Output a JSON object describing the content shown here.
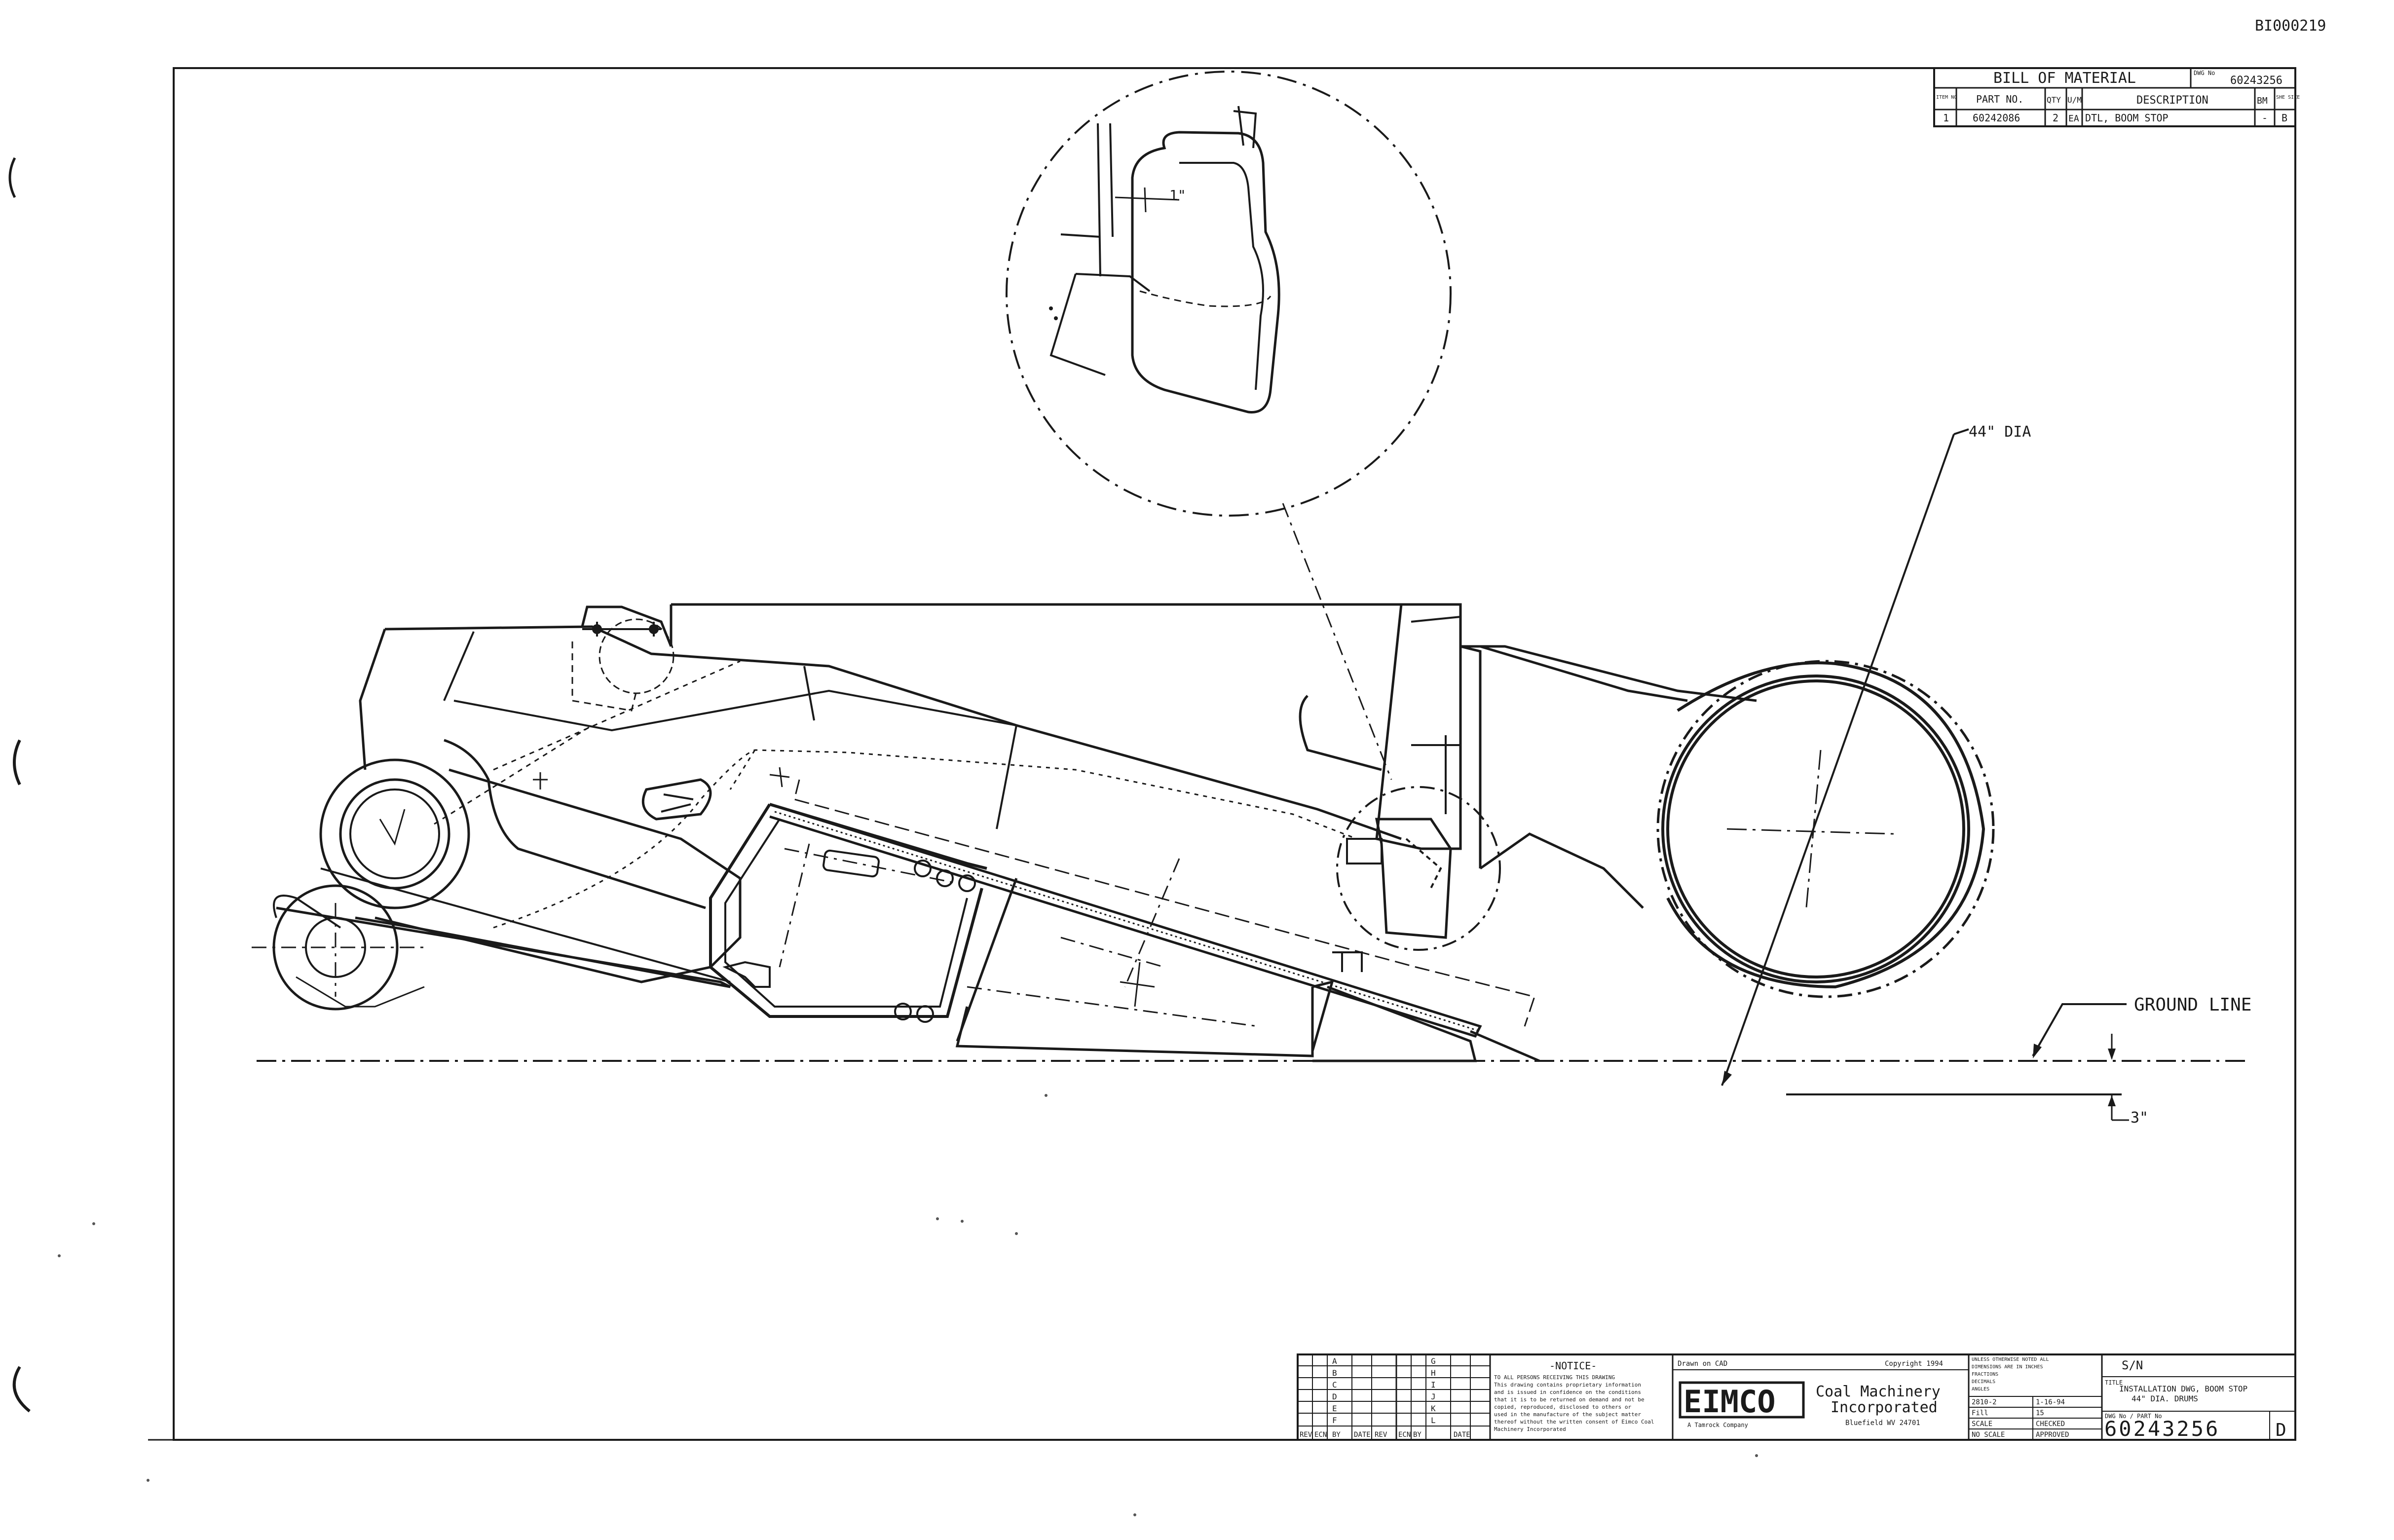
{
  "doc_id": "BI000219",
  "bom": {
    "title": "BILL OF MATERIAL",
    "dwg_label": "DWG No",
    "dwg_no": "60243256",
    "headers": {
      "item": "ITEM NO",
      "part": "PART NO.",
      "qty": "QTY",
      "um": "U/M",
      "desc": "DESCRIPTION",
      "bm": "BM",
      "size": "SHE SIZE"
    },
    "rows": [
      {
        "item": "1",
        "part": "60242086",
        "qty": "2",
        "um": "EA",
        "desc": "DTL, BOOM STOP",
        "bm": "-",
        "size": "B"
      }
    ]
  },
  "dims": {
    "dia": "44\" DIA",
    "ground": "GROUND LINE",
    "clearance": "3\"",
    "detail_dim": "1\""
  },
  "title_block": {
    "rev_headers": [
      "REV",
      "ECN",
      "BY",
      "DATE",
      "REV",
      "ECN",
      "BY",
      "DATE"
    ],
    "rev_letters_left": [
      "A",
      "B",
      "C",
      "D",
      "E",
      "F"
    ],
    "rev_letters_right": [
      "G",
      "H",
      "I",
      "J",
      "K",
      "L"
    ],
    "notice_title": "-NOTICE-",
    "notice_lines": [
      "TO ALL PERSONS RECEIVING THIS DRAWING",
      "This drawing contains proprietary information",
      "and is issued in confidence on the conditions",
      "that it is to be returned on demand and not be",
      "copied, reproduced, disclosed to others or",
      "used in the manufacture of the subject matter",
      "thereof without the written consent of Eimco Coal",
      "Machinery Incorporated"
    ],
    "drawn_on": "Drawn on CAD",
    "copyright": "Copyright 1994",
    "company_logo": "EIMCO",
    "company_line1": "Coal Machinery",
    "company_line2": "Incorporated",
    "company_city": "Bluefield WV 24701",
    "company_small": "A Tamrock Company",
    "title_label": "TITLE",
    "title_line1": "INSTALLATION DWG, BOOM STOP",
    "title_line2": "44\" DIA. DRUMS",
    "sn": "S/N",
    "dwg_no_label": "DWG No / PART No",
    "dwg_no": "60243256",
    "rev": "D",
    "tol_lines": [
      "UNLESS OTHERWISE NOTED ALL",
      "DIMENSIONS ARE IN INCHES",
      "FRACTIONS",
      "DECIMALS",
      "ANGLES"
    ],
    "small_fields": [
      "2810-2",
      "1-16-94",
      "Fill",
      "15",
      "SCALE",
      "CHECKED",
      "NO SCALE",
      "APPROVED"
    ]
  }
}
